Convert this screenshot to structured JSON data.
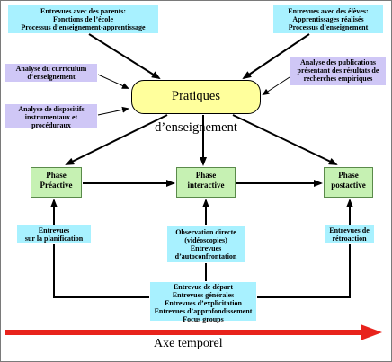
{
  "sources": {
    "parents": [
      "Entrevues avec des parents:",
      "Fonctions de l’école",
      "Processus d’enseignement-apprentissage"
    ],
    "eleves": [
      "Entrevues avec des élèves:",
      "Apprentissages réalisés",
      "Processus d’enseignement"
    ],
    "curriculum": [
      "Analyse du curriculum",
      "d’enseignement"
    ],
    "publications": [
      "Analyse des publications",
      "présentant des résultats de",
      "recherches empiriques"
    ],
    "dispositifs": [
      "Analyse de dispositifs",
      "instrumentaux et",
      "procéduraux"
    ]
  },
  "center": {
    "label": "Pratiques d’enseignement"
  },
  "phases": {
    "preactive": [
      "Phase",
      "Préactive"
    ],
    "interactive": [
      "Phase",
      "interactive"
    ],
    "postactive": [
      "Phase",
      "postactive"
    ]
  },
  "methods": {
    "planification": [
      "Entrevues",
      "sur la planification"
    ],
    "observation": [
      "Observation directe",
      "(vidéoscopies)",
      "Entrevues",
      "d’autoconfrontation"
    ],
    "retroaction": [
      "Entrevues de",
      "rétroaction"
    ],
    "depart": [
      "Entrevue de départ",
      "Entrevues générales",
      "Entrevues d’explicitation",
      "Entrevues d’approfondissement",
      "Focus groups"
    ]
  },
  "axis": {
    "label": "Axe temporel"
  },
  "colors": {
    "cyan_box": "#a8f1ff",
    "lavender_box": "#cfc7f6",
    "center_fill": "#ffff9c",
    "phase_fill": "#c6f1b3",
    "axis_arrow": "#e8231c"
  }
}
